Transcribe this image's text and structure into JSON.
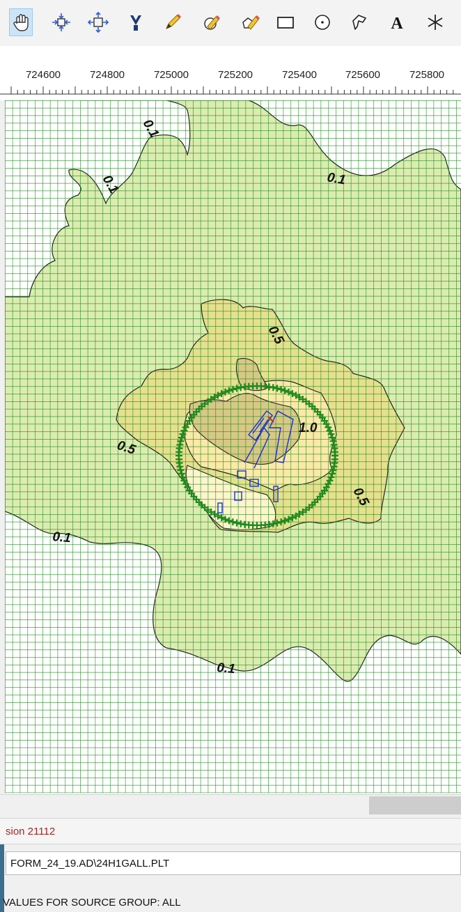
{
  "toolbar": {
    "tools": [
      {
        "name": "pan-hand-icon",
        "active": true
      },
      {
        "name": "zoom-in-icon",
        "active": false
      },
      {
        "name": "zoom-out-icon",
        "active": false
      },
      {
        "name": "select-pointer-icon",
        "active": false
      },
      {
        "name": "pencil-draw-icon",
        "active": false
      },
      {
        "name": "eraser-icon",
        "active": false
      },
      {
        "name": "erase-polygon-icon",
        "active": false
      },
      {
        "name": "rectangle-icon",
        "active": false
      },
      {
        "name": "circle-icon",
        "active": false
      },
      {
        "name": "polygon-icon",
        "active": false
      },
      {
        "name": "text-icon",
        "active": false
      },
      {
        "name": "asterisk-icon",
        "active": false
      }
    ]
  },
  "ruler": {
    "labels": [
      "724600",
      "724800",
      "725000",
      "725200",
      "725400",
      "725600",
      "725800"
    ]
  },
  "plot": {
    "contour_labels": [
      "0.1",
      "0.1",
      "0.1",
      "0.1",
      "0.1",
      "0.5",
      "0.5",
      "0.5",
      "1.0"
    ],
    "colors": {
      "grid": "#1f8a1f",
      "level_0_1": "#dcecb0",
      "level_0_5": "#e6e08e",
      "level_1_0": "#d8c886",
      "level_inner": "#fbe9a8",
      "level_core": "#fff4cc",
      "sources": "#1a2fd6",
      "contour_line": "#222222"
    }
  },
  "status": {
    "version": "sion 21112",
    "file_path": "FORM_24_19.AD\\24H1GALL.PLT",
    "source_group": "VALUES FOR SOURCE GROUP: ALL"
  }
}
